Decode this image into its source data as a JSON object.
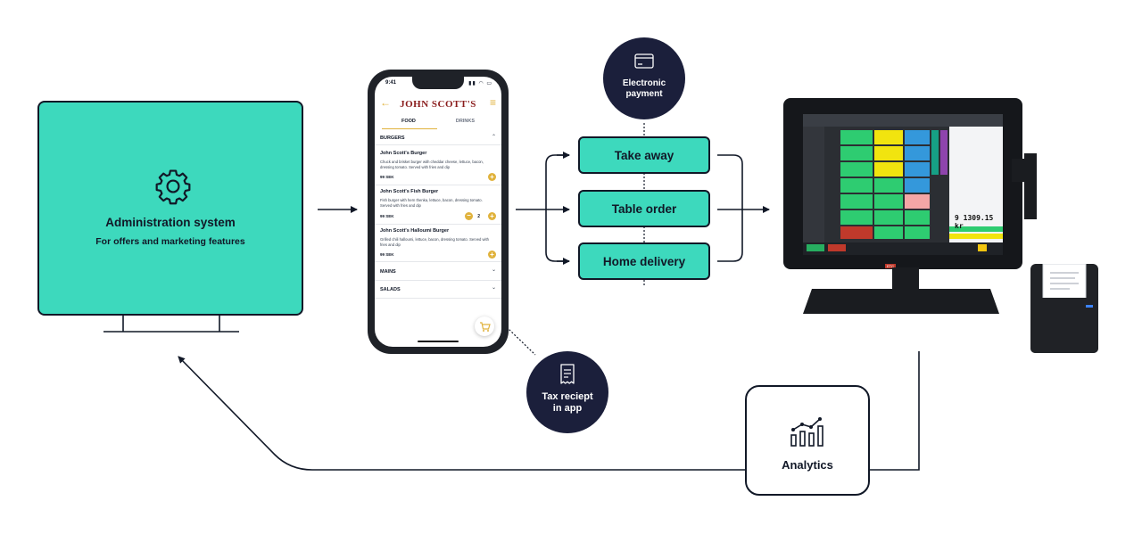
{
  "admin": {
    "title": "Administration system",
    "subtitle": "For offers and marketing features"
  },
  "phone": {
    "time": "9:41",
    "logo": "JOHN SCOTT'S",
    "tabs": [
      "FOOD",
      "DRINKS"
    ],
    "sections": {
      "burgers": "BURGERS",
      "mains": "MAINS",
      "salads": "SALADS"
    },
    "items": [
      {
        "name": "John Scott's Burger",
        "desc": "Chuck and brisket burger with cheddar cheese, lettuce, bacon, dressing tomato. Served with fries and dip",
        "price": "99 SEK"
      },
      {
        "name": "John Scott's Fish Burger",
        "desc": "Fish burger with hern thenka, lettuce, bacon, dressing tomato. Served with fries and dip",
        "price": "99 SEK",
        "qty": "2"
      },
      {
        "name": "John Scott's Halloumi Burger",
        "desc": "Grilled chili halloumi, lettuce, bacon, dressing tomato. Served with fries and dip",
        "price": "99 SEK"
      }
    ]
  },
  "order_types": [
    "Take away",
    "Table order",
    "Home delivery"
  ],
  "payment": {
    "line1": "Electronic",
    "line2": "payment"
  },
  "receipt": {
    "line1": "Tax reciept",
    "line2": "in app"
  },
  "analytics": {
    "label": "Analytics"
  },
  "pos": {
    "total": "9 1309.15 kr",
    "brand": "ETC"
  },
  "colors": {
    "accent": "#3dd9bd",
    "dark": "#1b1f3b",
    "stroke": "#111827",
    "gold": "#e0b23c"
  }
}
